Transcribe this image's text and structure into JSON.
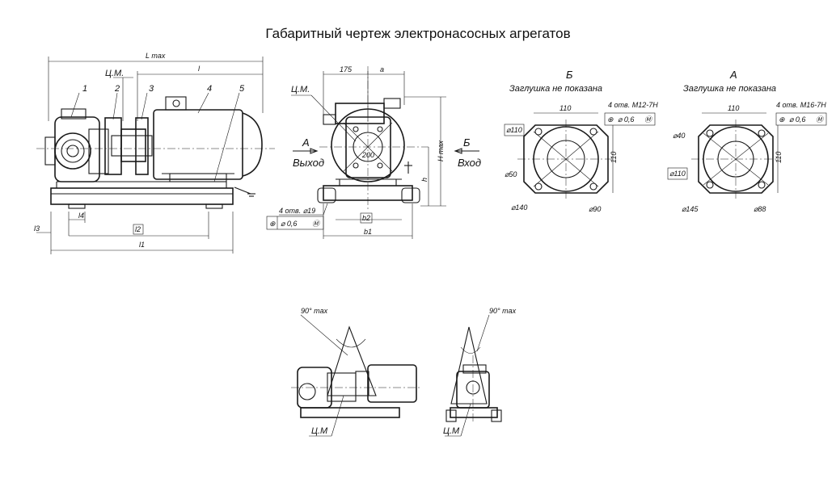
{
  "title": "Габаритный чертеж электронасосных агрегатов",
  "side_view": {
    "L_max": "L max",
    "l": "l",
    "l1": "l1",
    "l2": "l2",
    "l3": "l3",
    "l4": "l4",
    "cm": "Ц.М.",
    "parts": [
      "1",
      "2",
      "3",
      "4",
      "5"
    ]
  },
  "front_view": {
    "dim_175": "175",
    "dim_a": "a",
    "cm": "Ц.М.",
    "dim_200": "200",
    "H_max": "H max",
    "h": "h",
    "b1": "b1",
    "b2": "b2",
    "holes": "4 отв. ⌀19",
    "tolerance": "⌀ 0,6",
    "arrow_A": "А",
    "arrow_B": "Б",
    "outlet": "Выход",
    "inlet": "Вход"
  },
  "flange_b": {
    "letter": "Б",
    "note": "Заглушка не показана",
    "width": "110",
    "height": "110",
    "holes": "4 отв. М12-7Н",
    "tolerance": "⌀ 0,6",
    "d110": "⌀110",
    "d50": "⌀50",
    "d140": "⌀140",
    "d90": "⌀90"
  },
  "flange_a": {
    "letter": "А",
    "note": "Заглушка не показана",
    "width": "110",
    "height": "110",
    "holes": "4 отв. М16-7Н",
    "tolerance": "⌀ 0,6",
    "d40": "⌀40",
    "d110": "⌀110",
    "d145": "⌀145",
    "d88": "⌀88"
  },
  "tilt_side": {
    "angle": "90° max",
    "cm": "Ц.М"
  },
  "tilt_front": {
    "angle": "90° max",
    "cm": "Ц.М"
  }
}
